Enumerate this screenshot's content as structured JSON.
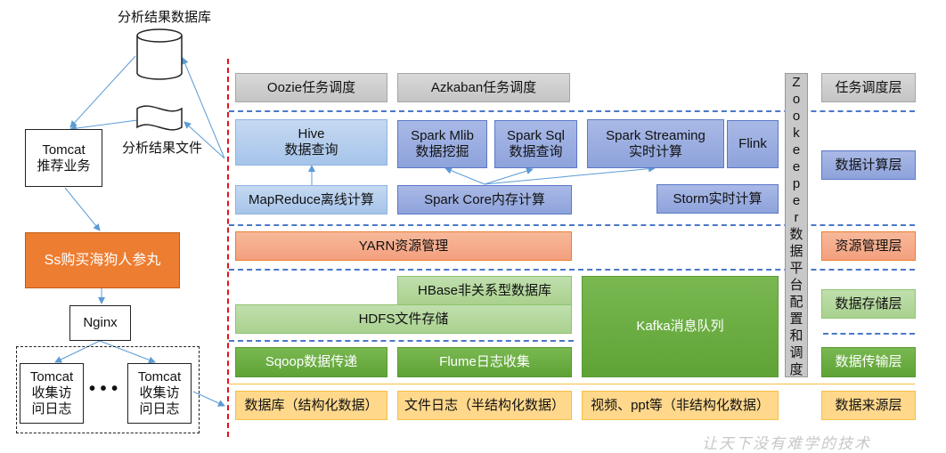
{
  "left": {
    "db_label": "分析结果数据库",
    "file_label": "分析结果文件",
    "tomcat_rec": [
      "Tomcat",
      "推荐业务"
    ],
    "app": "Ss购买海狗人参丸",
    "nginx": "Nginx",
    "tomcat_log": [
      "Tomcat",
      "收集访",
      "问日志"
    ],
    "ellipsis": "• • •"
  },
  "layers": {
    "schedule": {
      "items": [
        "Oozie任务调度",
        "Azkaban任务调度"
      ],
      "label": "任务调度层"
    },
    "compute": {
      "hive": [
        "Hive",
        "数据查询"
      ],
      "mapreduce": "MapReduce离线计算",
      "mlib": [
        "Spark Mlib",
        "数据挖掘"
      ],
      "sql": [
        "Spark Sql",
        "数据查询"
      ],
      "streaming": [
        "Spark Streaming",
        "实时计算"
      ],
      "flink": "Flink",
      "core": "Spark Core内存计算",
      "storm": "Storm实时计算",
      "label": "数据计算层"
    },
    "resource": {
      "yarn": "YARN资源管理",
      "label": "资源管理层"
    },
    "storage": {
      "hbase": "HBase非关系型数据库",
      "hdfs": "HDFS文件存储",
      "kafka": "Kafka消息队列",
      "label": "数据存储层"
    },
    "transfer": {
      "sqoop": "Sqoop数据传递",
      "flume": "Flume日志收集",
      "label": "数据传输层"
    },
    "source": {
      "items": [
        "数据库（结构化数据）",
        "文件日志（半结构化数据）",
        "视频、ppt等（非结构化数据）"
      ],
      "label": "数据来源层"
    }
  },
  "zookeeper": {
    "chars": [
      "Z",
      "o",
      "o",
      "k",
      "e",
      "e",
      "p",
      "e",
      "r",
      "数",
      "据",
      "平",
      "台",
      "配",
      "置",
      "和",
      "调",
      "度"
    ]
  },
  "watermark": "让天下没有难学的技术"
}
